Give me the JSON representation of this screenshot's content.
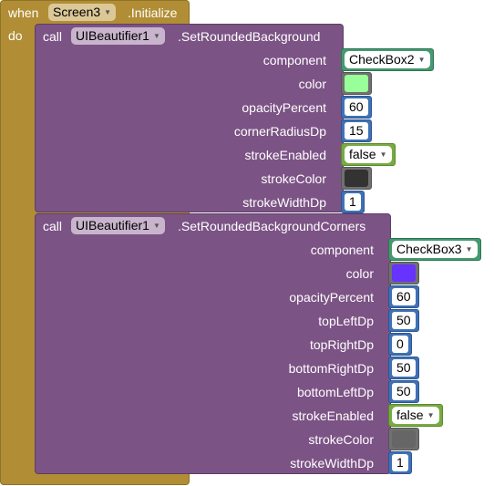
{
  "event": {
    "when": "when",
    "component": "Screen3",
    "event_name": ".Initialize",
    "do": "do"
  },
  "block1": {
    "call": "call",
    "component": "UIBeautifier1",
    "method": ".SetRoundedBackground",
    "params": [
      {
        "label": "component",
        "value": "CheckBox2"
      },
      {
        "label": "color",
        "value": "#99ff99"
      },
      {
        "label": "opacityPercent",
        "value": "60"
      },
      {
        "label": "cornerRadiusDp",
        "value": "15"
      },
      {
        "label": "strokeEnabled",
        "value": "false"
      },
      {
        "label": "strokeColor",
        "value": "#333333"
      },
      {
        "label": "strokeWidthDp",
        "value": "1"
      }
    ]
  },
  "block2": {
    "call": "call",
    "component": "UIBeautifier1",
    "method": ".SetRoundedBackgroundCorners",
    "params": [
      {
        "label": "component",
        "value": "CheckBox3"
      },
      {
        "label": "color",
        "value": "#6633ff"
      },
      {
        "label": "opacityPercent",
        "value": "60"
      },
      {
        "label": "topLeftDp",
        "value": "50"
      },
      {
        "label": "topRightDp",
        "value": "0"
      },
      {
        "label": "bottomRightDp",
        "value": "50"
      },
      {
        "label": "bottomLeftDp",
        "value": "50"
      },
      {
        "label": "strokeEnabled",
        "value": "false"
      },
      {
        "label": "strokeColor",
        "value": "#666666"
      },
      {
        "label": "strokeWidthDp",
        "value": "1"
      }
    ]
  },
  "colors": {
    "event_block": "#b18e35",
    "method_block": "#7c5385",
    "component_block": "#439970",
    "boolean_block": "#77ab41",
    "number_block": "#3f71b5",
    "color_block": "#707070"
  }
}
